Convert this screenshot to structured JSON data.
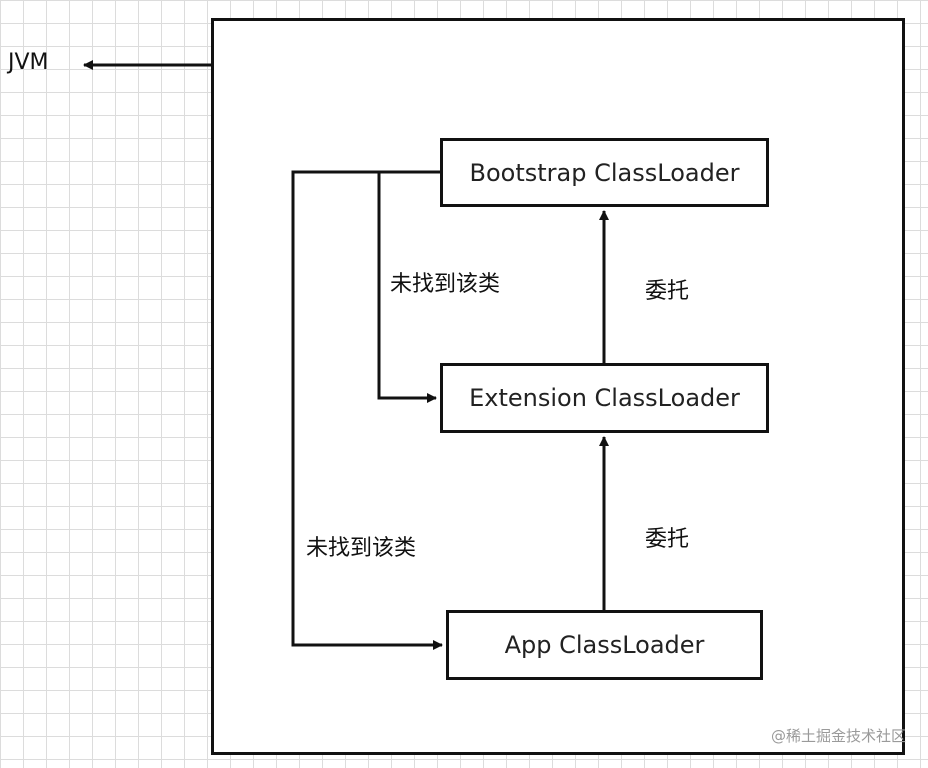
{
  "jvm_label": "JVM",
  "nodes": {
    "bootstrap": "Bootstrap ClassLoader",
    "extension": "Extension ClassLoader",
    "app": "App ClassLoader"
  },
  "edge_labels": {
    "not_found_1": "未找到该类",
    "not_found_2": "未找到该类",
    "delegate_1": "委托",
    "delegate_2": "委托"
  },
  "watermark": "@稀土掘金技术社区"
}
